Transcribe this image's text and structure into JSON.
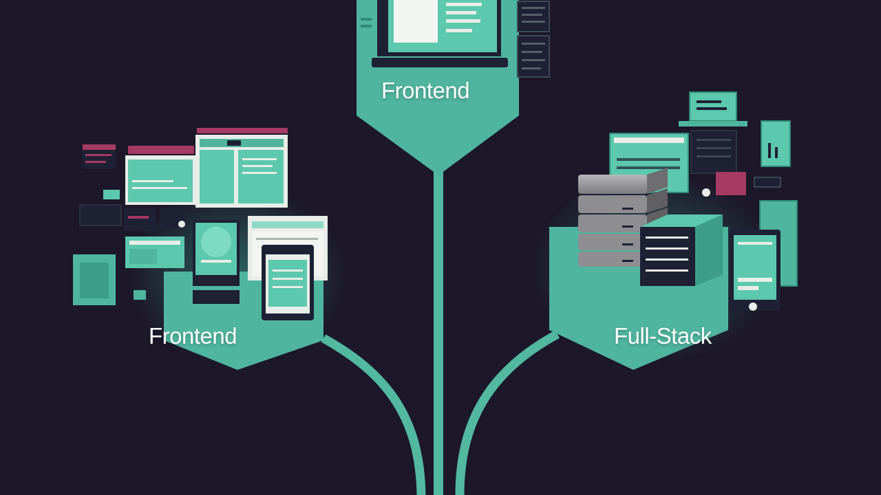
{
  "colors": {
    "background": "#1c1729",
    "teal": "#52b8a0",
    "teal_light": "#6fd2b9",
    "teal_dark": "#2f8a76",
    "magenta": "#a53a63",
    "panel_light": "#e8ede9",
    "gray_server": "#8d8d92",
    "navy": "#1e2033"
  },
  "diagram": {
    "nodes": [
      {
        "id": "top",
        "label": "Frontend"
      },
      {
        "id": "left",
        "label": "Frontend"
      },
      {
        "id": "right",
        "label": "Full-Stack"
      }
    ],
    "icons": {
      "top": "laptop-icon",
      "left": "web-interfaces-icon",
      "right": "server-stack-icon"
    }
  }
}
